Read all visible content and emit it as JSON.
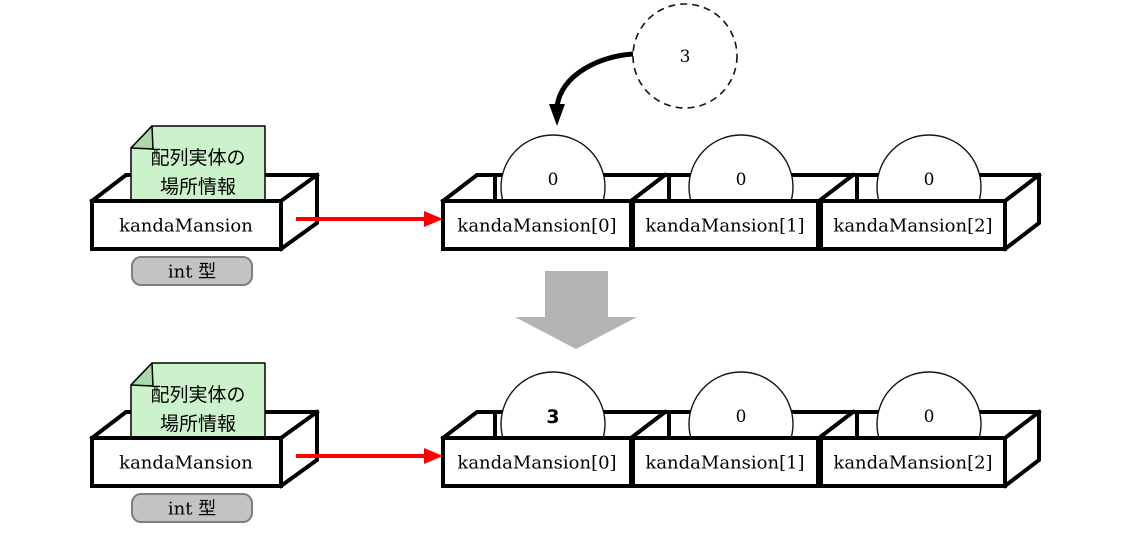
{
  "colors": {
    "note_bg": "#ccf2cc",
    "note_fold": "#a9d9a9",
    "badge_bg": "#c3c3c3",
    "arrow_red": "#ff0000",
    "transform_arrow_gray": "#b4b4b4"
  },
  "assignment": {
    "value": "3"
  },
  "before": {
    "variable": {
      "name": "kandaMansion",
      "note_lines": [
        "配列実体の",
        "場所情報"
      ],
      "type_label": "int 型"
    },
    "cells": [
      {
        "label": "kandaMansion[0]",
        "value": "0"
      },
      {
        "label": "kandaMansion[1]",
        "value": "0"
      },
      {
        "label": "kandaMansion[2]",
        "value": "0"
      }
    ]
  },
  "after": {
    "variable": {
      "name": "kandaMansion",
      "note_lines": [
        "配列実体の",
        "場所情報"
      ],
      "type_label": "int 型"
    },
    "cells": [
      {
        "label": "kandaMansion[0]",
        "value": "3"
      },
      {
        "label": "kandaMansion[1]",
        "value": "0"
      },
      {
        "label": "kandaMansion[2]",
        "value": "0"
      }
    ]
  }
}
